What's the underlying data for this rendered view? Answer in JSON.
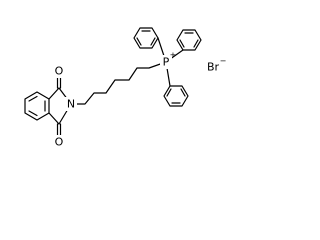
{
  "molecule": {
    "atoms": {
      "phosphorus": "P",
      "phosphorus_charge": "+",
      "nitrogen": "N",
      "oxygen_top": "O",
      "oxygen_bottom": "O",
      "counter_ion": "Br",
      "counter_ion_charge": "−"
    }
  }
}
